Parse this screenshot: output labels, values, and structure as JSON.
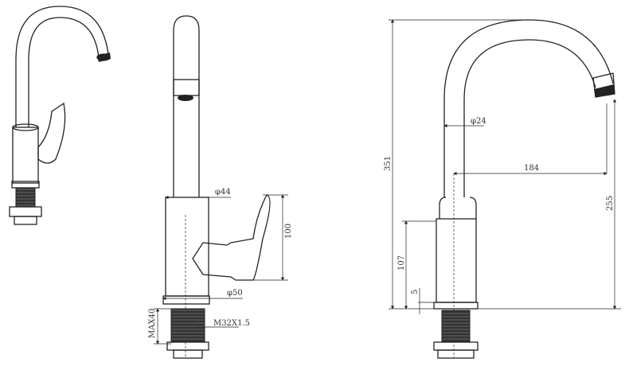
{
  "side_view": {
    "dia_body_top": "φ44",
    "height_handle": "100",
    "dia_base": "φ50",
    "max_thickness": "MAX40",
    "thread": "M32X1.5"
  },
  "front_view": {
    "total_height": "351",
    "dia_spout": "φ24",
    "reach": "184",
    "spout_clearance": "255",
    "body_height": "107",
    "base_height": "5"
  }
}
